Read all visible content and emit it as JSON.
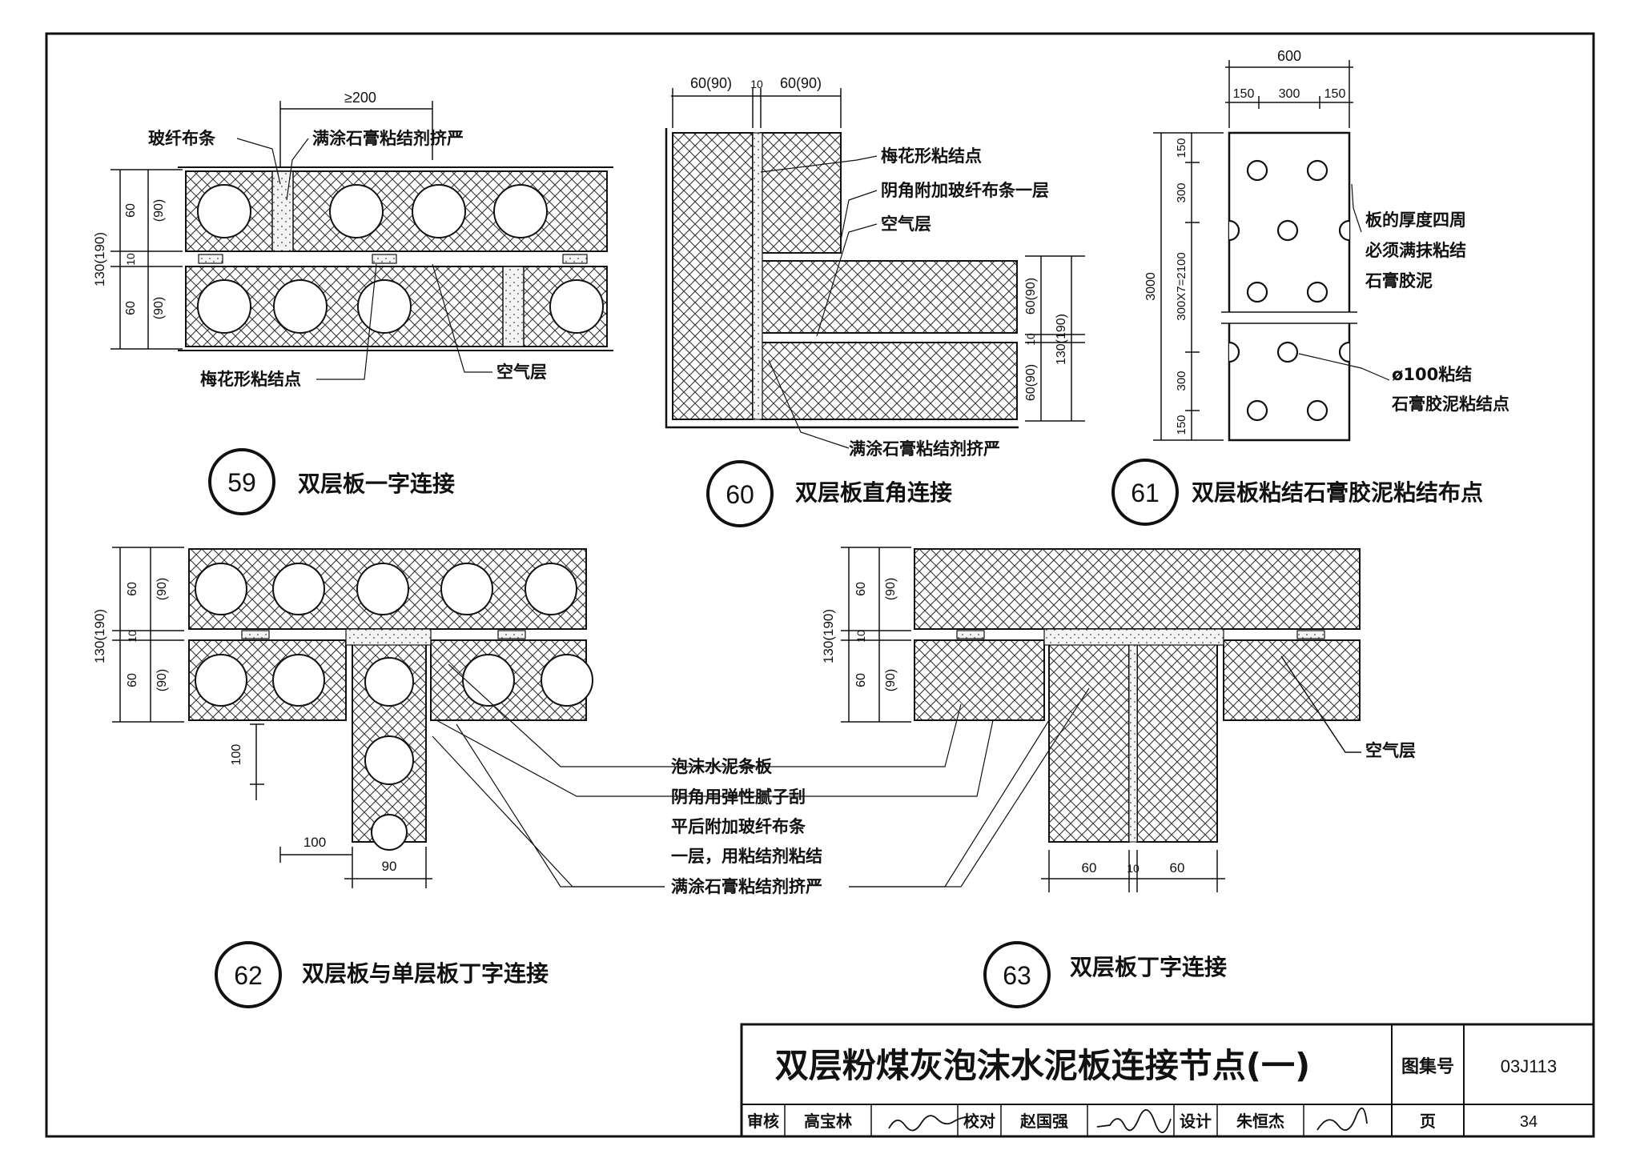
{
  "details": {
    "d59": {
      "number": "59",
      "title": "双层板一字连接",
      "labels": {
        "fiberglass": "玻纤布条",
        "gypsum_full": "满涂石膏粘结剂挤严",
        "plum_dots": "梅花形粘结点",
        "air_layer": "空气层"
      },
      "dims": {
        "overlap": "≥200",
        "total": "130(190)",
        "a": "60",
        "a2": "(90)",
        "gap": "10",
        "b": "60",
        "b2": "(90)"
      }
    },
    "d60": {
      "number": "60",
      "title": "双层板直角连接",
      "labels": {
        "plum_dots": "梅花形粘结点",
        "corner_fiber": "阴角附加玻纤布条一层",
        "air_layer": "空气层",
        "gypsum_full": "满涂石膏粘结剂挤严"
      },
      "dims": {
        "w1": "60(90)",
        "gap": "10",
        "w2": "60(90)",
        "v1": "60(90)",
        "vgap": "10",
        "v2": "60(90)",
        "total": "130(190)"
      }
    },
    "d61": {
      "number": "61",
      "title": "双层板粘结石膏胶泥粘结布点",
      "labels": {
        "edge_note": [
          "板的厚度四周",
          "必须满抹粘结",
          "石膏胶泥"
        ],
        "dot_note": [
          "ø100粘结",
          "石膏胶泥粘结点"
        ]
      },
      "dims": {
        "width": "600",
        "w1": "150",
        "w2": "300",
        "w3": "150",
        "height": "3000",
        "h1": "150",
        "h2": "300",
        "h3": "300X7=2100",
        "h4": "300",
        "h5": "150"
      }
    },
    "d62": {
      "number": "62",
      "title": "双层板与单层板丁字连接",
      "dims": {
        "total": "130(190)",
        "a": "60",
        "a2": "(90)",
        "gap": "10",
        "b": "60",
        "b2": "(90)",
        "v100": "100",
        "h100": "100",
        "w90": "90"
      }
    },
    "d63": {
      "number": "63",
      "title": "双层板丁字连接",
      "labels": {
        "air_layer": "空气层"
      },
      "dims": {
        "total": "130(190)",
        "a": "60",
        "a2": "(90)",
        "gap": "10",
        "b": "60",
        "b2": "(90)",
        "w1": "60",
        "wgap": "10",
        "w2": "60"
      }
    },
    "shared": {
      "foam_panel": "泡沫水泥条板",
      "corner_note": [
        "阴角用弹性腻子刮",
        "平后附加玻纤布条",
        "一层，用粘结剂粘结"
      ],
      "gypsum_full": "满涂石膏粘结剂挤严"
    }
  },
  "title_block": {
    "main_title": "双层粉煤灰泡沫水泥板连接节点(一)",
    "atlas_label": "图集号",
    "atlas_no": "03J113",
    "review_label": "审核",
    "reviewer": "高宝林",
    "check_label": "校对",
    "checker": "赵国强",
    "design_label": "设计",
    "designer": "朱恒杰",
    "page_label": "页",
    "page_no": "34"
  }
}
